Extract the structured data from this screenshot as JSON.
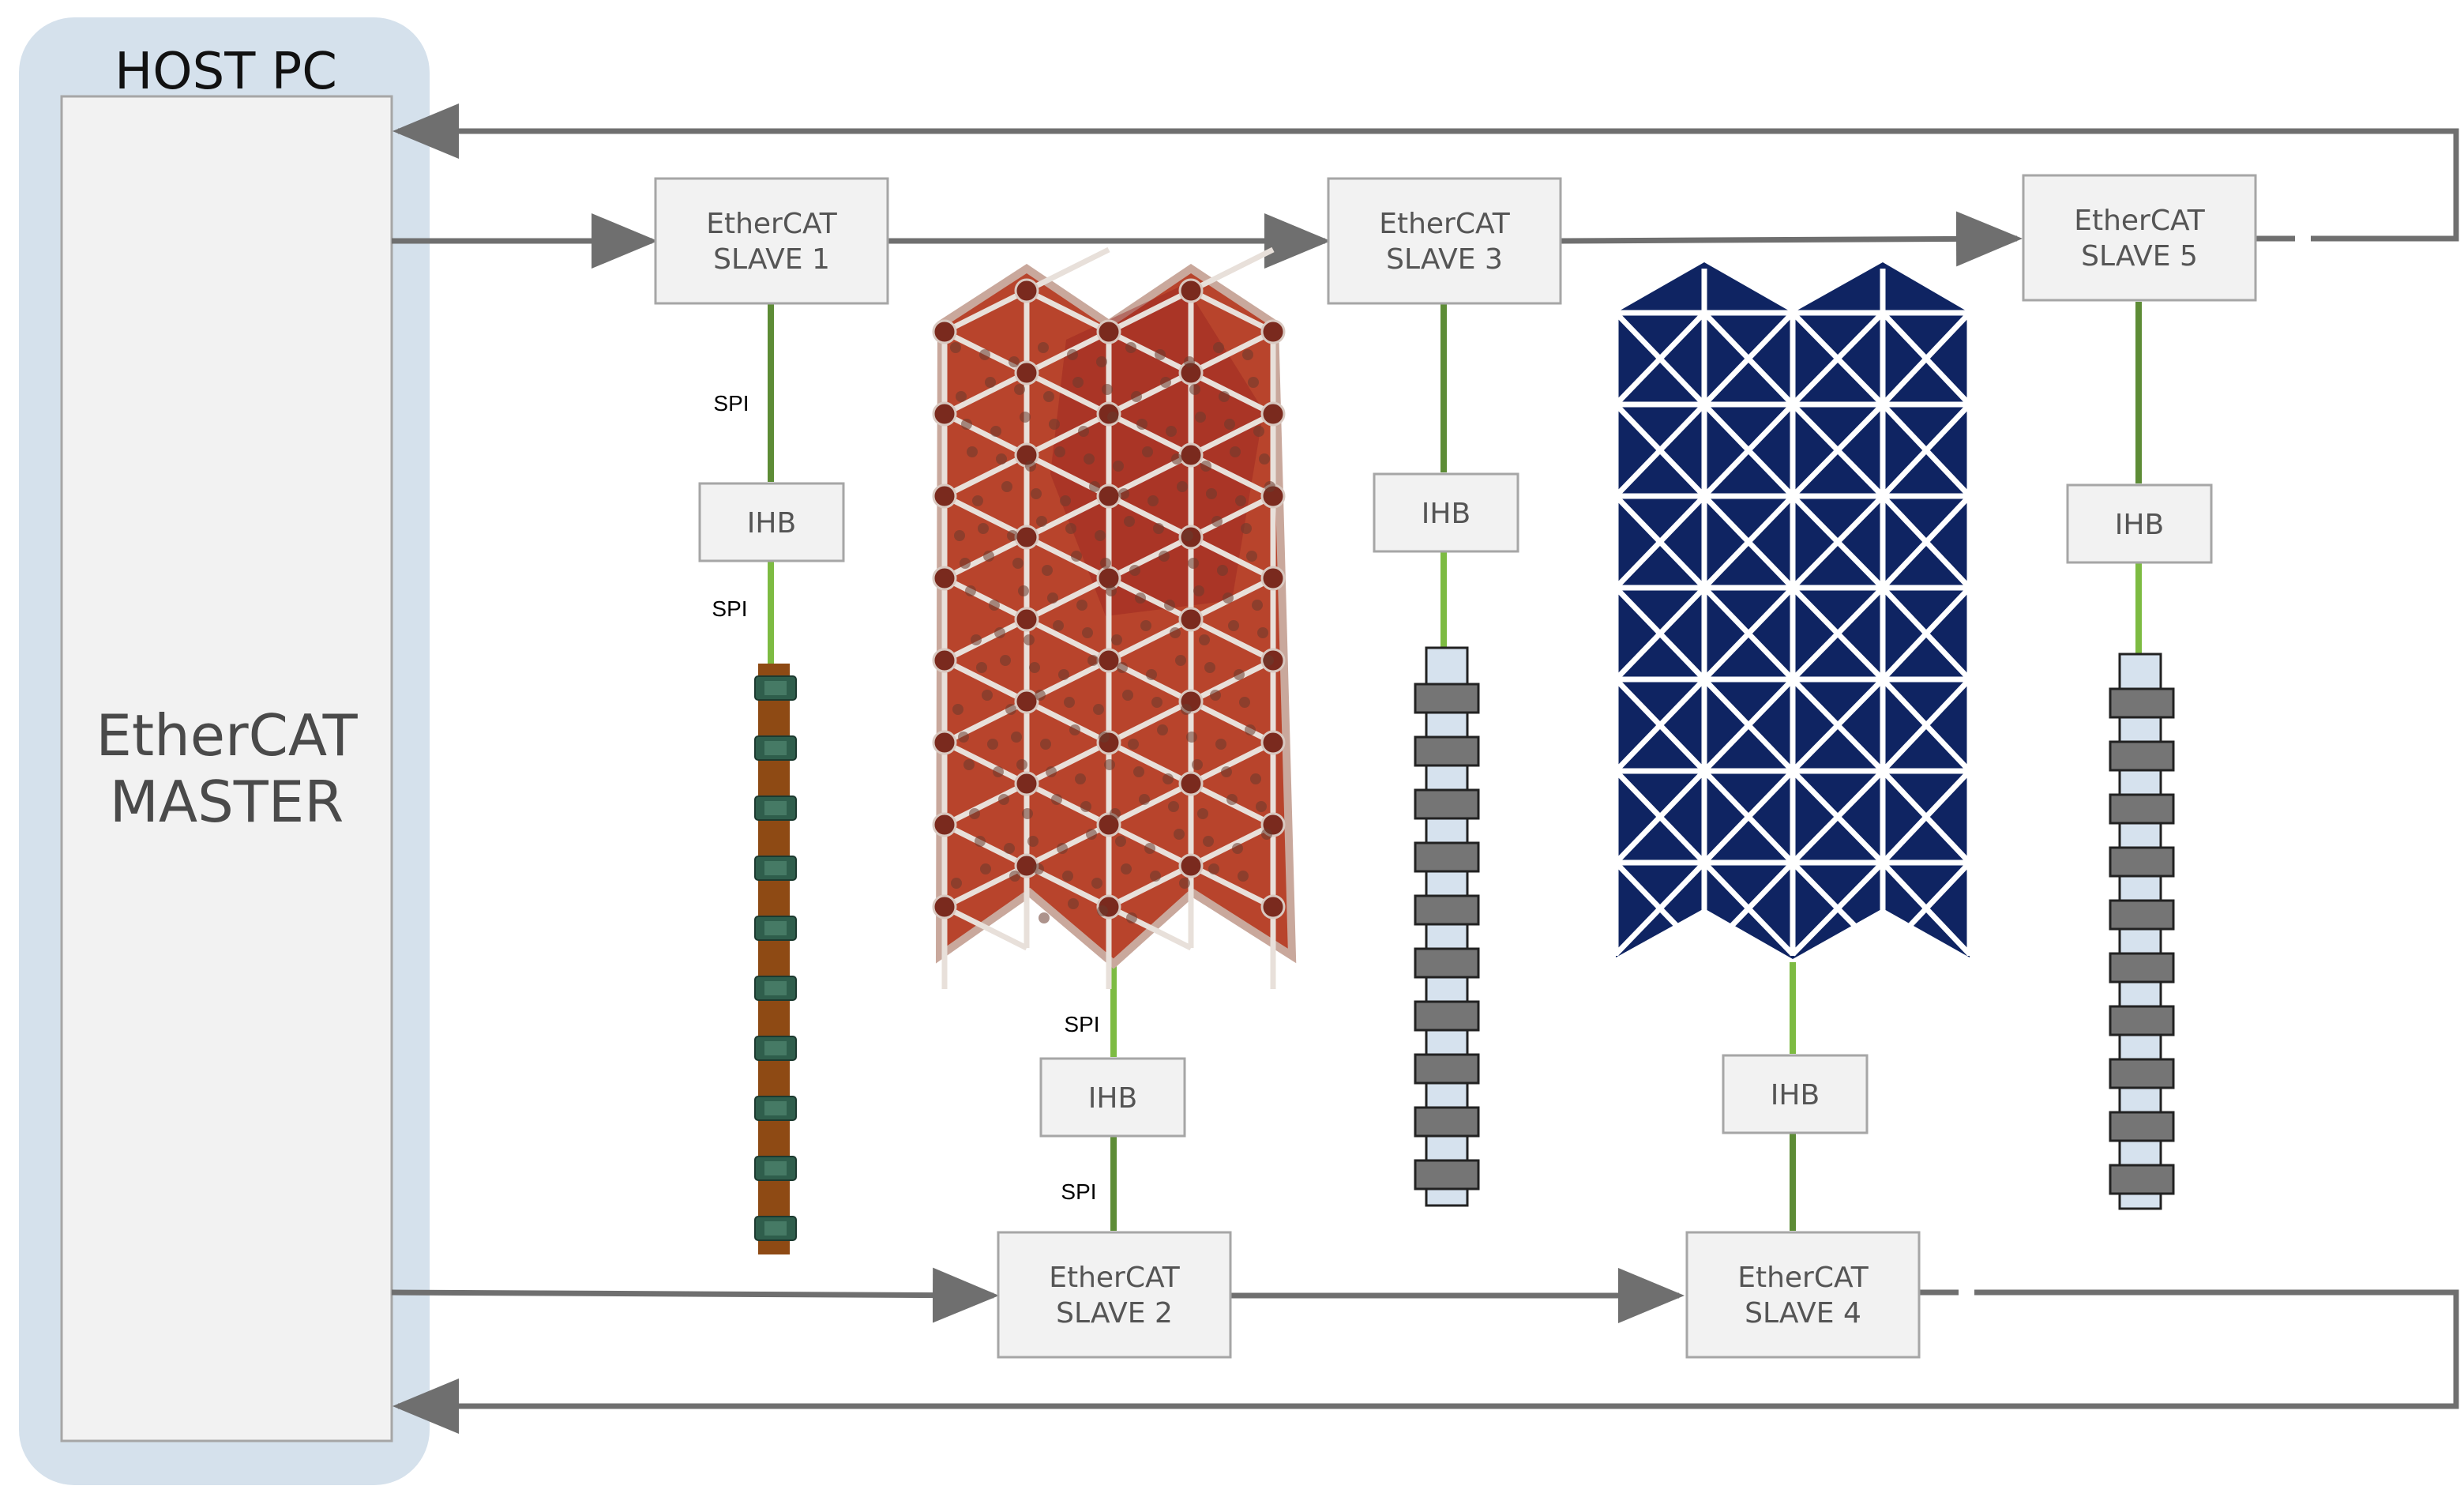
{
  "host_pc": {
    "title": "HOST PC"
  },
  "master": {
    "line1": "EtherCAT",
    "line2": "MASTER"
  },
  "slaves": [
    {
      "line1": "EtherCAT",
      "line2": "SLAVE 1"
    },
    {
      "line1": "EtherCAT",
      "line2": "SLAVE 2"
    },
    {
      "line1": "EtherCAT",
      "line2": "SLAVE 3"
    },
    {
      "line1": "EtherCAT",
      "line2": "SLAVE 4"
    },
    {
      "line1": "EtherCAT",
      "line2": "SLAVE 5"
    }
  ],
  "ihb": [
    "IHB",
    "IHB",
    "IHB",
    "IHB",
    "IHB"
  ],
  "spi_labels": [
    "SPI",
    "SPI",
    "SPI",
    "SPI"
  ],
  "colors": {
    "host_bg": "#d5e1ec",
    "box_fill": "#f2f2f2",
    "box_stroke": "#a6a6a6",
    "bus_line": "#6f6f6f",
    "link_dark_green": "#5d8c36",
    "link_light_green": "#7dbb42",
    "skin_red": "#b8442c",
    "panel_navy": "#0f2462",
    "sensor_dark": "#757575",
    "sensor_light": "#d6e2ee",
    "strip_brown": "#8e4a14",
    "strip_chip": "#2f5e4c"
  },
  "icons": [
    "arrow-right-icon",
    "arrow-left-icon"
  ]
}
